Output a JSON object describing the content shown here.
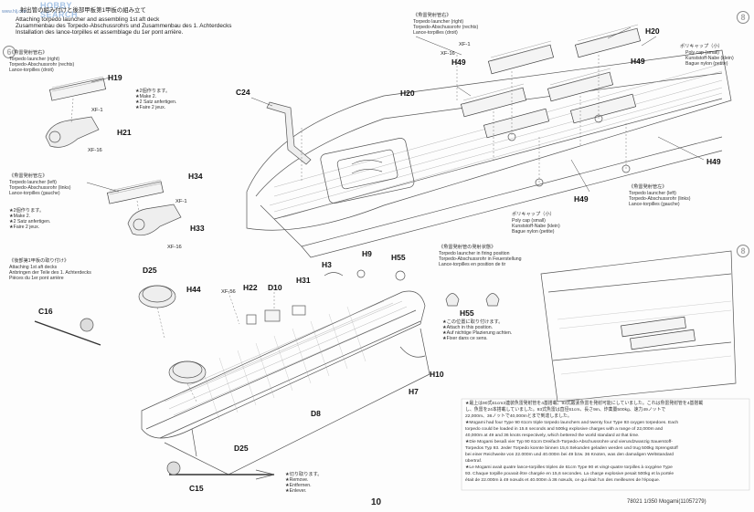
{
  "watermark": {
    "brand": "HOBBY SEARCH",
    "site": "www.hlj.com"
  },
  "section_main": {
    "title_jp": "射出管の組み付けと後部甲板第1甲板の組み立て",
    "lines": [
      "Attaching torpedo launcher and assembling 1st aft deck",
      "Zusammenbau des Torpedo-Abschussrohrs und Zusammenbau des 1. Achterdecks",
      "Installation des lance-torpilles et assemblage du 1er pont arrière."
    ]
  },
  "right_launcher": {
    "title_jp": "《魚雷発射管右》",
    "lines": [
      "Torpedo launcher (right)",
      "Torpedo-Abschussrohr (rechts)",
      "Lance-torpilles (droit)"
    ]
  },
  "right_launcher_top": {
    "title_jp": "《魚雷発射管右》",
    "lines": [
      "Torpedo launcher (right)",
      "Torpedo-Abschussrohr (rechts)",
      "Lance-torpilles (droit)"
    ]
  },
  "left_launcher": {
    "title_jp": "《魚雷発射管左》",
    "lines": [
      "Torpedo launcher (left)",
      "Torpedo-Abschussrohr (links)",
      "Lance-torpilles (gauche)"
    ]
  },
  "left_launcher_right": {
    "title_jp": "《魚雷発射管左》",
    "lines": [
      "Torpedo launcher (left)",
      "Torpedo-Abschussrohr (links)",
      "Lance-torpilles (gauche)"
    ]
  },
  "make2": {
    "lines": [
      "★2個作ります。",
      "★Make 2.",
      "★2 Satz anfertigen.",
      "★Faire 2 jeux."
    ]
  },
  "make2_b": {
    "lines": [
      "★2個作ります。",
      "★Make 2.",
      "★2 Satz anfertigen.",
      "★Faire 2 jeux."
    ]
  },
  "aft_deck_section": {
    "title_jp": "《後部第1甲板の取り付け》",
    "lines": [
      "Attaching 1st aft decks",
      "Anbringen der Teile des 1. Achterdecks",
      "Pièces du 1er pont arrière"
    ]
  },
  "firing_position": {
    "title_jp": "《魚雷発射管の発射状態》",
    "lines": [
      "Torpedo launcher in firing position",
      "Torpedo-Abschussrohr in Feuerstellung",
      "Lance-torpilles en position de tir"
    ]
  },
  "poly_cap_small_top": {
    "lines": [
      "ポリキャップ（小）",
      "Poly cap (small)",
      "Kunststoff-Nabe (klein)",
      "Bague nylon (petite)"
    ]
  },
  "poly_cap_small_mid": {
    "lines": [
      "ポリキャップ（小）",
      "Poly cap (small)",
      "Kunststoff-Nabe (klein)",
      "Bague nylon (petite)"
    ]
  },
  "position_note": {
    "lines": [
      "★この位置に取り付けます。",
      "★Attach in this position.",
      "★Auf nichtige Plazierung achten.",
      "★Fixer dans ce sens."
    ]
  },
  "remove_note": {
    "lines": [
      "★切り取ります。",
      "★Remove.",
      "★Entfernen.",
      "★Enlever."
    ]
  },
  "parts": {
    "H19": "H19",
    "XF1a": "XF-1",
    "H21": "H21",
    "XF16a": "XF-16",
    "H34": "H34",
    "XF1b": "XF-1",
    "H33": "H33",
    "XF16b": "XF-16",
    "C24": "C24",
    "H20a": "H20",
    "H20b": "H20",
    "H49a": "H49",
    "H49b": "H49",
    "H49c": "H49",
    "H49d": "H49",
    "XF1c": "XF-1",
    "XF16c": "XF-16",
    "D25a": "D25",
    "D25b": "D25",
    "C16": "C16",
    "H44": "H44",
    "XF56": "XF-56",
    "H22": "H22",
    "D10": "D10",
    "H31": "H31",
    "H3": "H3",
    "H9": "H9",
    "H55a": "H55",
    "H55b": "H55",
    "H10": "H10",
    "H7": "H7",
    "D8": "D8",
    "C15": "C15"
  },
  "footnote": {
    "lines": [
      "★最上は90式61cm3連装魚雷発射管を4基搭載、93式酸素魚雷を発射可能にしていました。これは魚雷発射管を4基搭載",
      "し、魚雷を24本搭載していました。93式魚雷は直径61cm、長さ9m、炸薬量500kg、速力49ノットで",
      "22,000m、36ノットで40,000mとまで到達しました。",
      "★Mogami had four Type 90 61cm triple torpedo launchers and twenty four Type 93 oxygen torpedoes. Each",
      "torpedo could be loaded in 15.6 seconds and 500kg explosive charges with a range of 22,000m and",
      "40,000m at 49 and 36 knots respectively, which bettered the world standard at that time.",
      "★Die Mogami besaß vier Typ 90 61cm Dreifach-Torpedo-Abschussrohre und vierundzwanzig Sauerstoff-",
      "Torpedos Typ 93. Jeder Torpedo konnte binnen 15,6 Sekunden geladen werden und trug 500kg Sprengstoff",
      "bei einer Reichweite von 22.000m und 40.000m bei 49 bzw. 36 Knoten, was den damaligen Weltstandard",
      "übertraf.",
      "★Le Mogami avait quatre lance-torpilles triples de 61cm Type 90 et vingt-quatre torpilles à oxygène Type",
      "93. Chaque torpille pouvait être chargée en 15,6 secondes. La charge explosive pesait 500kg et la portée",
      "était de 22.000m à 49 nœuds et 40.000m à 36 nœuds, ce qui était l'un des meilleures de l'époque."
    ]
  },
  "page_number": "10",
  "model_code": "78021 1/350 Mogami(11057279)",
  "step_numbers": {
    "left": "6",
    "right": "8",
    "right_mid": "8"
  }
}
